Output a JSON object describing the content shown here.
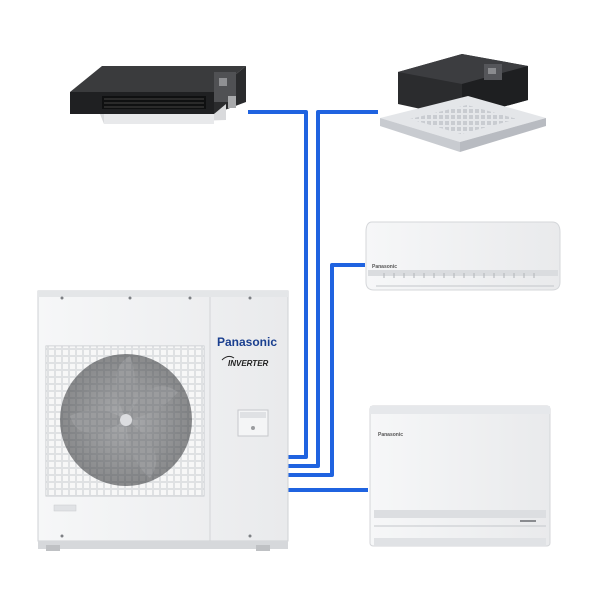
{
  "outdoor_unit": {
    "brand": "Panasonic",
    "badge": "INVERTER"
  },
  "wall_unit": {
    "brand": "Panasonic"
  },
  "console_unit": {
    "brand": "Panasonic"
  },
  "colors": {
    "pipe": "#1f63e0",
    "unit_body": "#f1f2f3",
    "dark_unit": "#2b2b2b",
    "brand_blue": "#1a3f8f"
  }
}
